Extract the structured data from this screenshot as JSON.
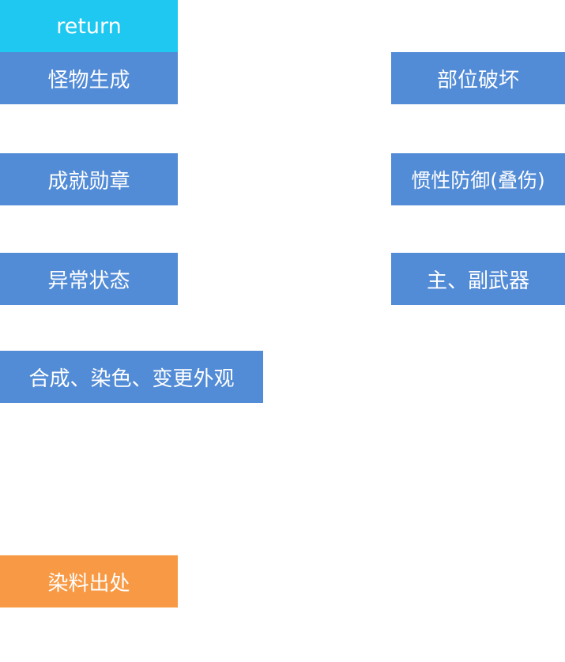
{
  "return_label": "return",
  "buttons": {
    "monster_spawn": "怪物生成",
    "part_break": "部位破坏",
    "achievements": "成就勋章",
    "inertia_defense": "惯性防御(叠伤)",
    "status_effects": "异常状态",
    "main_sub_weapon": "主、副武器",
    "craft_dye_appearance": "合成、染色、变更外观",
    "dye_source": "染料出处"
  },
  "colors": {
    "return_bg": "#1EC8F0",
    "primary_bg": "#528BD6",
    "accent_bg": "#F89A45",
    "text": "#FFFFFF"
  }
}
